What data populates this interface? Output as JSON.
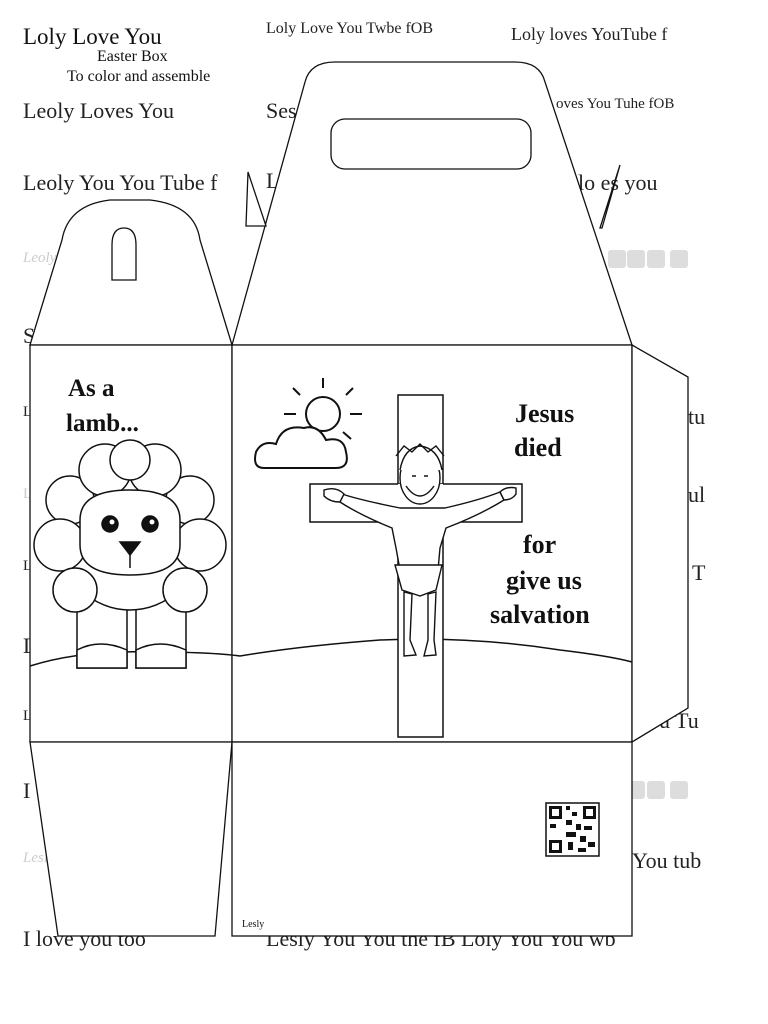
{
  "header": {
    "title": "Loly Love You",
    "subtitle": "Easter Box",
    "instruction": "To color and assemble"
  },
  "watermarks": {
    "top_center": "Loly Love You Twbe fOB",
    "top_right": "Loly loves YouTube f",
    "row2_left": "Leoly Loves You",
    "row2_mid": "Ses",
    "row2_right": "oves You Tuhe fOB",
    "row3_left": "Leoly You You Tube f",
    "row3_mid": "L",
    "row3_right": "lo es you",
    "row4_left": "Leoly",
    "row5_left": "S",
    "row6_left": "L",
    "row6_right": "tu",
    "row7_left": "L",
    "row7_right": "ul",
    "row8_left": "L",
    "row8_right": "T",
    "row9_left": "L",
    "row10_left": "L",
    "row10_right": "ou Tu",
    "row11_left": "I",
    "row12_left": "Lesly",
    "row12_right": "You tub",
    "bottom_left": "I love you too",
    "bottom_right": "Lesly You You the fB Loly You You wb"
  },
  "box": {
    "lamb_caption_line1": "As a",
    "lamb_caption_line2": "lamb...",
    "jesus_line1": "Jesus",
    "jesus_line2": "died",
    "jesus_line3": "for",
    "jesus_line4": "give us",
    "jesus_line5": "salvation",
    "signature": "Lesly"
  },
  "icons": [
    "sun-icon",
    "cloud-icon",
    "qr-code-icon",
    "youtube-icon",
    "facebook-icon",
    "instagram-icon",
    "blogger-icon"
  ]
}
